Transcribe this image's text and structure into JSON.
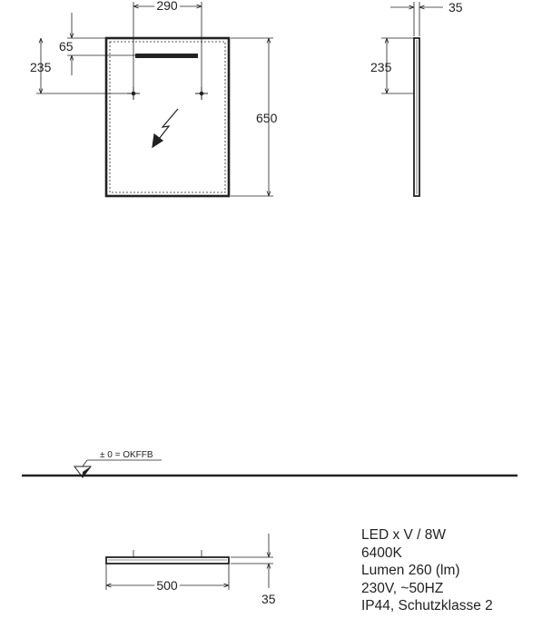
{
  "front_view": {
    "width_between_points": "290",
    "offset_top": "65",
    "points_height": "235",
    "overall_height": "650"
  },
  "side_view": {
    "depth": "35",
    "points_height": "235"
  },
  "floor_level": {
    "label": "± 0 = OKFFB"
  },
  "top_view": {
    "overall_width": "500",
    "depth": "35"
  },
  "specs": [
    "LED  x V / 8W",
    "6400K",
    "Lumen 260 (lm)",
    "230V, ~50HZ",
    "IP44, Schutzklasse 2"
  ]
}
